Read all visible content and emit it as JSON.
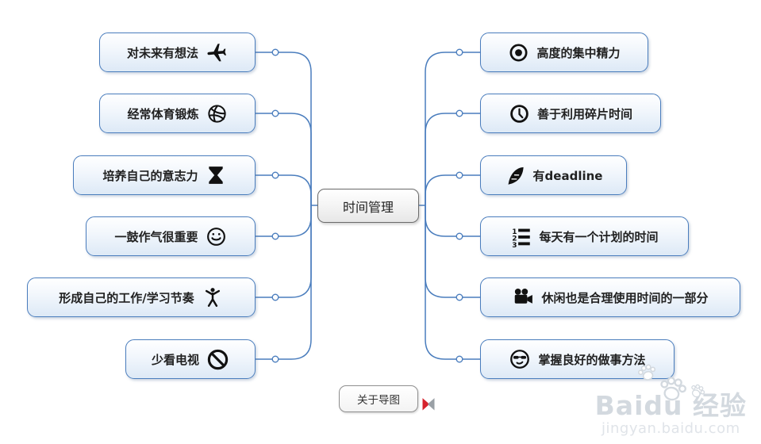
{
  "root": {
    "label": "时间管理"
  },
  "left_nodes": [
    {
      "label": "对未来有想法",
      "icon": "plane-icon"
    },
    {
      "label": "经常体育锻炼",
      "icon": "dribbble-ball-icon"
    },
    {
      "label": "培养自己的意志力",
      "icon": "hourglass-icon"
    },
    {
      "label": "一鼓作气很重要",
      "icon": "smiley-icon"
    },
    {
      "label": "形成自己的工作/学习节奏",
      "icon": "person-icon"
    },
    {
      "label": "少看电视",
      "icon": "no-entry-icon"
    }
  ],
  "right_nodes": [
    {
      "label": "高度的集中精力",
      "icon": "target-icon"
    },
    {
      "label": "善于利用碎片时间",
      "icon": "clock-icon"
    },
    {
      "label": "有deadline",
      "icon": "feather-icon"
    },
    {
      "label": "每天有一个计划的时间",
      "icon": "numbered-list-icon"
    },
    {
      "label": "休闲也是合理使用时间的一部分",
      "icon": "movie-camera-icon"
    },
    {
      "label": "掌握良好的做事方法",
      "icon": "cool-smiley-icon"
    }
  ],
  "footer_node": {
    "label": "关于导图",
    "icon": "brand-logo-icon"
  },
  "watermark": {
    "title": "Baidu 经验",
    "subtitle": "jingyan.baidu.com"
  },
  "colors": {
    "branch_blue": "#4a7dbd",
    "node_border": "#4a7dbd",
    "node_fill_bottom": "#dde9f6",
    "center_border": "#6b6b6b",
    "icon_black": "#111111",
    "logo_red": "#d6232d",
    "logo_gray": "#9aa0a6",
    "watermark_gray": "#d3d9df"
  }
}
